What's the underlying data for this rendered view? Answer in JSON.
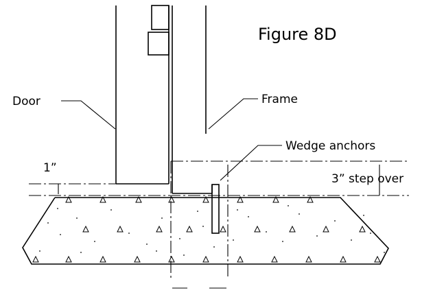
{
  "figure": {
    "title": "Figure 8D",
    "labels": {
      "door": "Door",
      "frame": "Frame",
      "wedge_anchors": "Wedge anchors",
      "gap": "1”",
      "step_over": "3” step over"
    }
  }
}
